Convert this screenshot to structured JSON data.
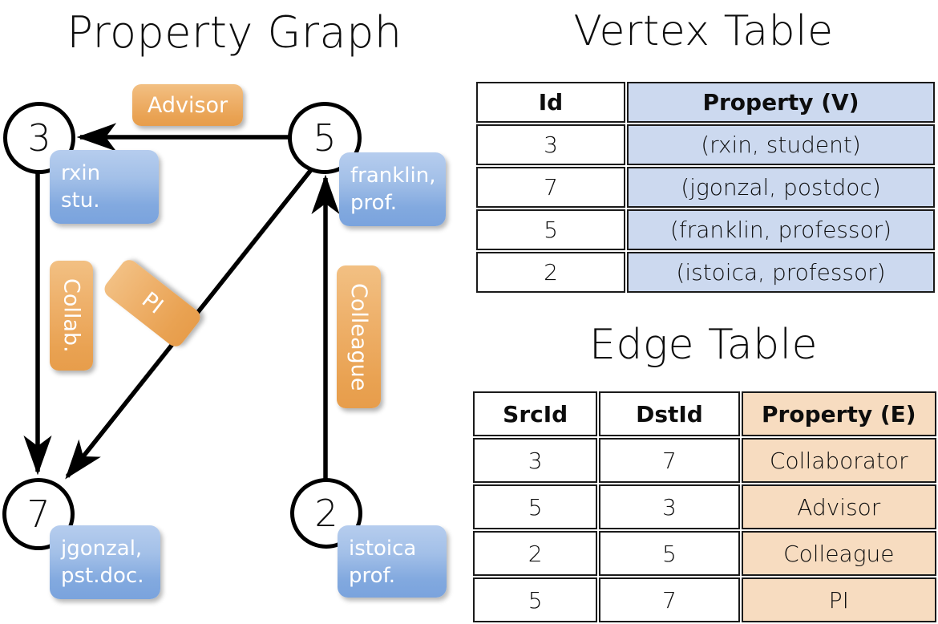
{
  "titles": {
    "property_graph": "Property Graph",
    "vertex_table": "Vertex Table",
    "edge_table": "Edge Table"
  },
  "graph": {
    "nodes": [
      {
        "id": "3",
        "property_lines": [
          "rxin",
          "stu."
        ]
      },
      {
        "id": "5",
        "property_lines": [
          "franklin,",
          "prof."
        ]
      },
      {
        "id": "7",
        "property_lines": [
          "jgonzal,",
          "pst.doc."
        ]
      },
      {
        "id": "2",
        "property_lines": [
          "istoica",
          "prof."
        ]
      }
    ],
    "edge_labels": [
      {
        "label": "Advisor",
        "orientation": "horizontal"
      },
      {
        "label": "Collab.",
        "orientation": "vertical"
      },
      {
        "label": "PI",
        "orientation": "diagonal"
      },
      {
        "label": "Colleague",
        "orientation": "vertical"
      }
    ]
  },
  "vertex_table": {
    "headers": [
      "Id",
      "Property (V)"
    ],
    "rows": [
      {
        "id": "3",
        "property": "(rxin, student)"
      },
      {
        "id": "7",
        "property": "(jgonzal, postdoc)"
      },
      {
        "id": "5",
        "property": "(franklin, professor)"
      },
      {
        "id": "2",
        "property": "(istoica, professor)"
      }
    ]
  },
  "edge_table": {
    "headers": [
      "SrcId",
      "DstId",
      "Property (E)"
    ],
    "rows": [
      {
        "src": "3",
        "dst": "7",
        "property": "Collaborator"
      },
      {
        "src": "5",
        "dst": "3",
        "property": "Advisor"
      },
      {
        "src": "2",
        "dst": "5",
        "property": "Colleague"
      },
      {
        "src": "5",
        "dst": "7",
        "property": "PI"
      }
    ]
  },
  "colors": {
    "vertex_property_fill": "#ccd9ef",
    "edge_property_fill": "#f7dcc0",
    "vertex_box": "#82a9df",
    "edge_label_box": "#e9a252",
    "stroke": "#000000"
  },
  "chart_data": {
    "type": "diagram",
    "title": "Property Graph",
    "vertices": [
      {
        "id": 3,
        "name": "rxin",
        "role": "student"
      },
      {
        "id": 7,
        "name": "jgonzal",
        "role": "postdoc"
      },
      {
        "id": 5,
        "name": "franklin",
        "role": "professor"
      },
      {
        "id": 2,
        "name": "istoica",
        "role": "professor"
      }
    ],
    "edges": [
      {
        "src": 3,
        "dst": 7,
        "label": "Collaborator"
      },
      {
        "src": 5,
        "dst": 3,
        "label": "Advisor"
      },
      {
        "src": 2,
        "dst": 5,
        "label": "Colleague"
      },
      {
        "src": 5,
        "dst": 7,
        "label": "PI"
      }
    ]
  }
}
